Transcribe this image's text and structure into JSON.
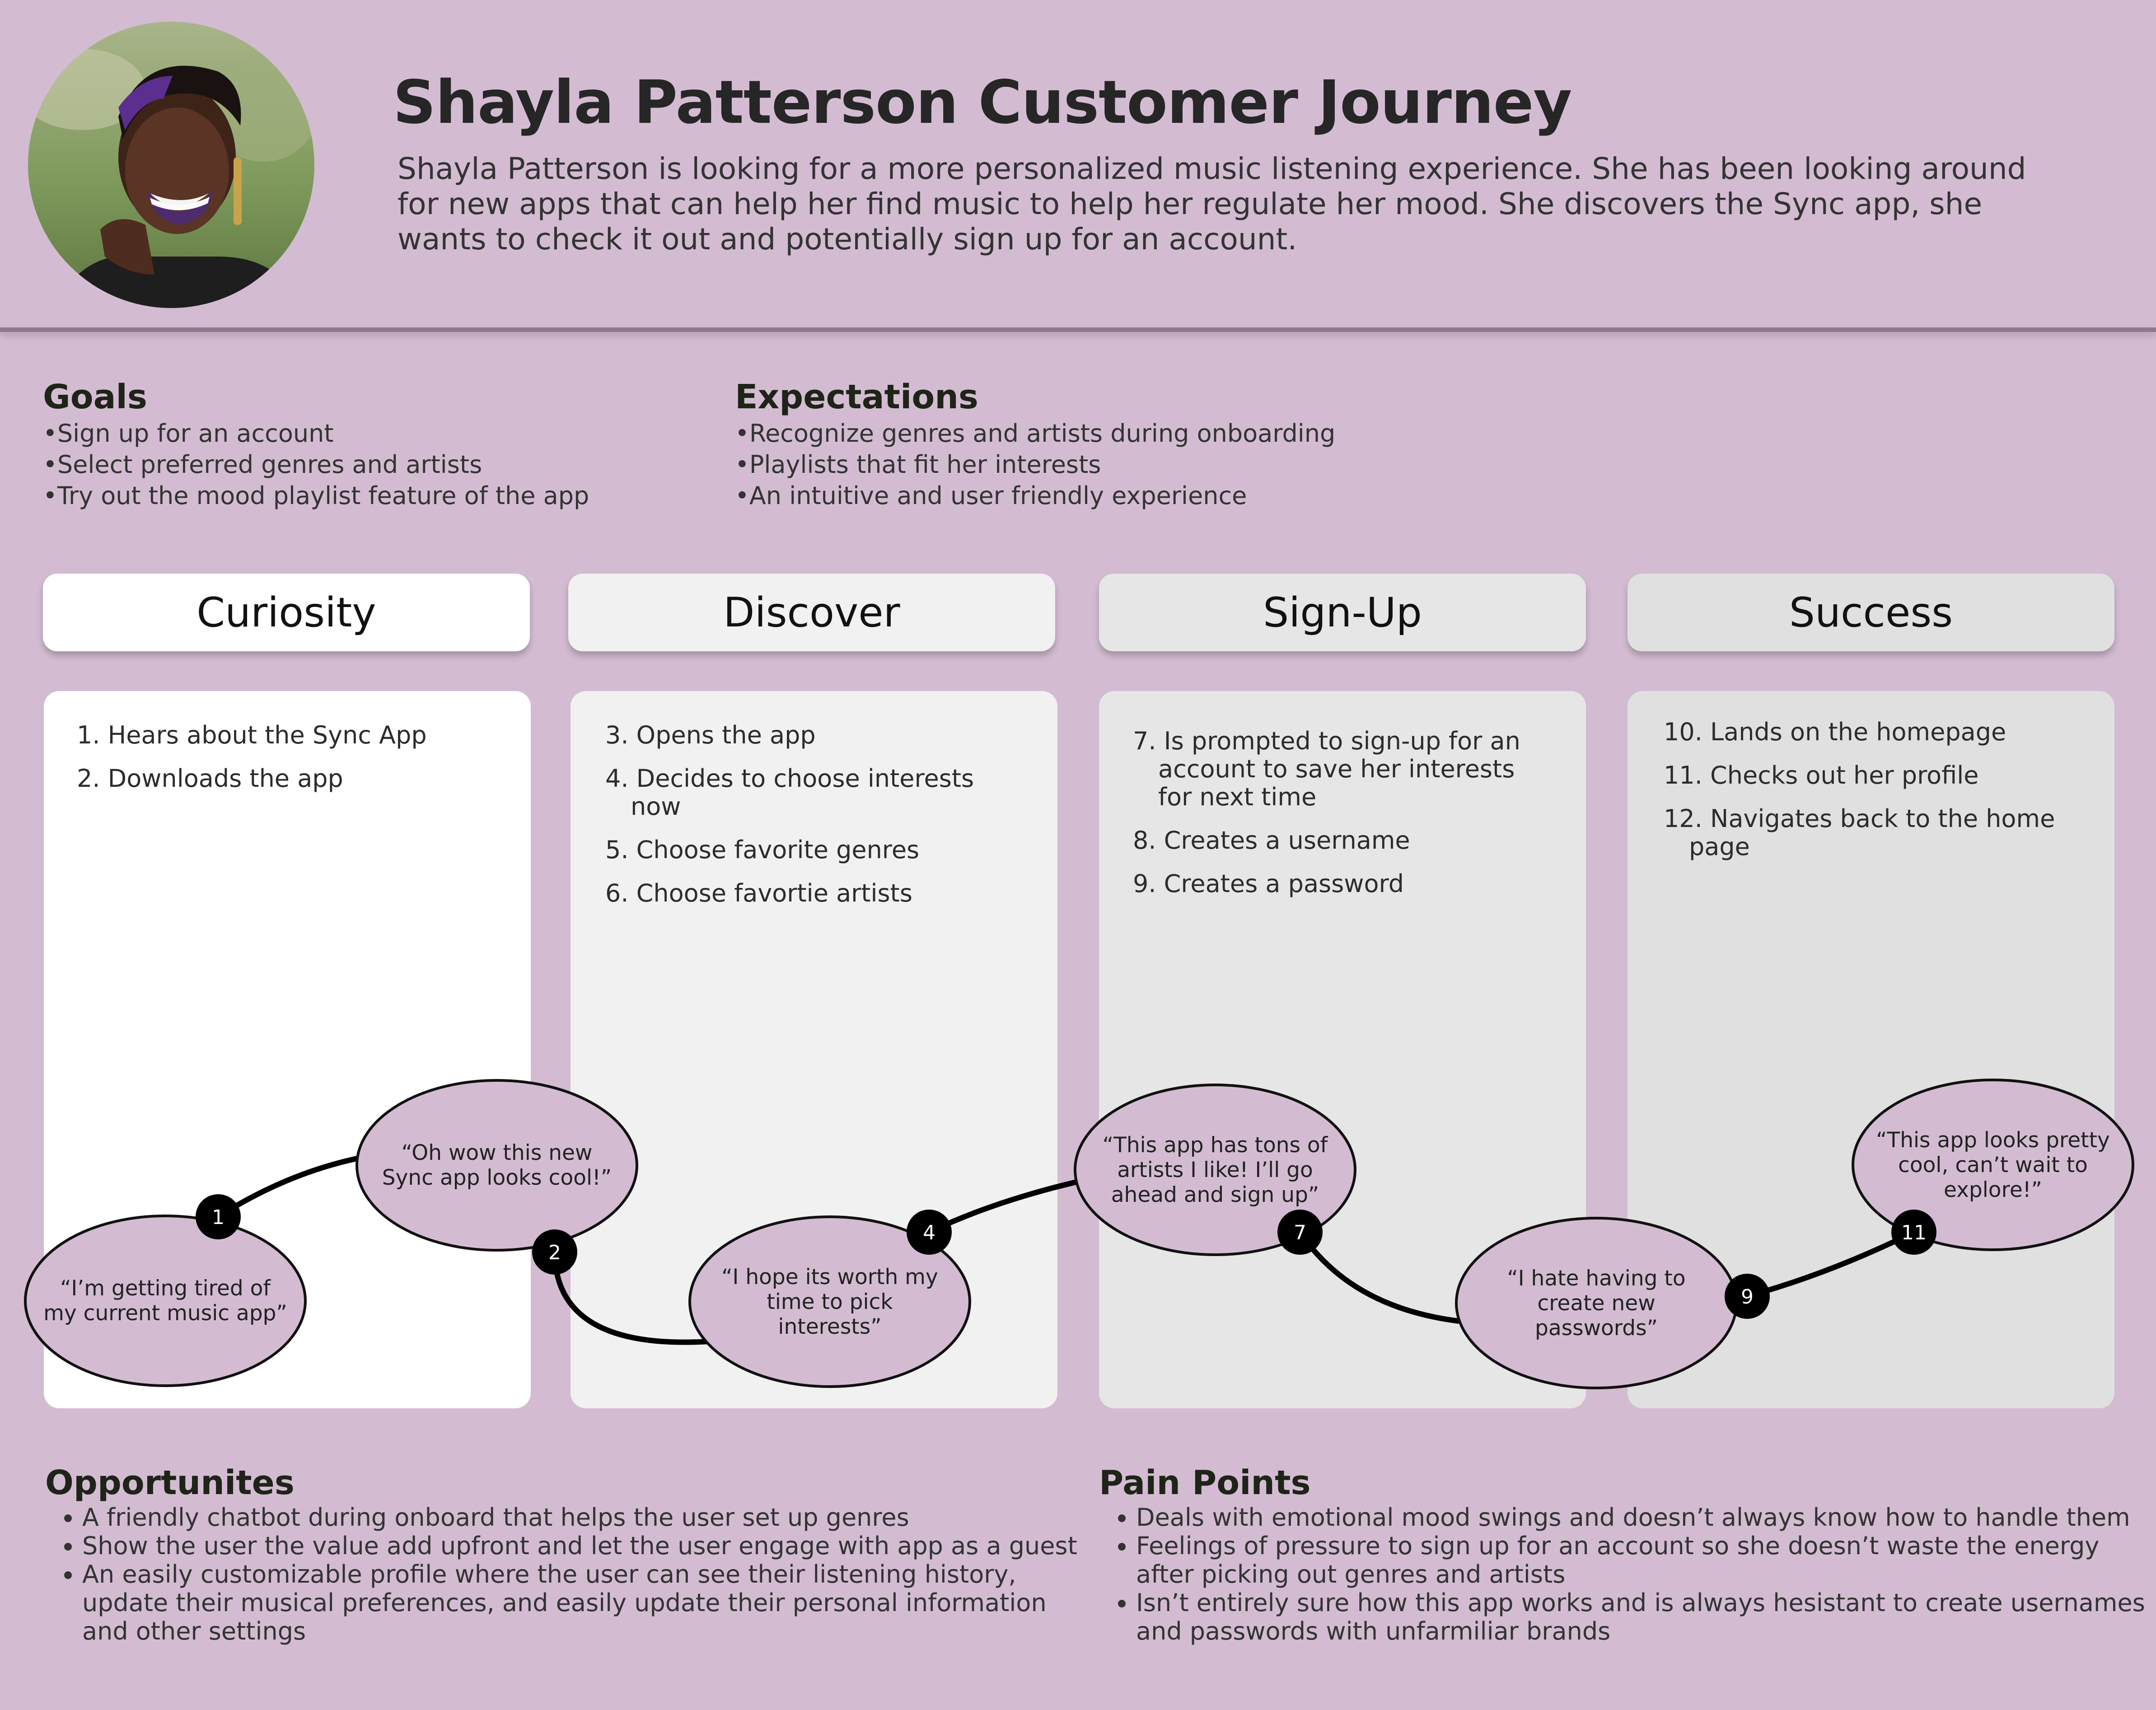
{
  "header": {
    "title": "Shayla Patterson Customer Journey",
    "description": "Shayla Patterson is looking for a more personalized music listening experience. She has been looking around for new apps that can help her find music to help her regulate her mood. She discovers the Sync app, she wants to check it out and potentially sign up for an account."
  },
  "goals": {
    "title": "Goals",
    "items": [
      "Sign up for an account",
      "Select preferred genres and artists",
      "Try out the mood playlist feature of the app"
    ]
  },
  "expectations": {
    "title": "Expectations",
    "items": [
      "Recognize genres and artists during onboarding",
      "Playlists that fit her interests",
      "An intuitive and user friendly experience"
    ]
  },
  "stages": [
    {
      "label": "Curiosity",
      "steps": [
        "1. Hears about the Sync App",
        "2. Downloads the app"
      ]
    },
    {
      "label": "Discover",
      "steps": [
        "3. Opens the app",
        "4. Decides to choose interests now",
        "5. Choose favorite genres",
        "6. Choose favortie artists"
      ]
    },
    {
      "label": "Sign-Up",
      "steps": [
        "7. Is prompted to sign-up for an account to save her interests for next time",
        "8. Creates a username",
        "9. Creates a password"
      ]
    },
    {
      "label": "Success",
      "steps": [
        "10. Lands on the homepage",
        "11. Checks out her profile",
        "12. Navigates back to the home page"
      ]
    }
  ],
  "journey": {
    "markers": [
      "1",
      "2",
      "4",
      "7",
      "9",
      "11"
    ],
    "quotes": [
      "“I’m getting tired of my current music app”",
      "“Oh wow this new Sync app looks cool!”",
      "“I hope its worth my time to pick interests”",
      "“This app has tons of artists I like! I’ll go ahead and sign up”",
      "“I hate having to create new passwords”",
      "“This app looks pretty cool, can’t wait to explore!”"
    ]
  },
  "opportunities": {
    "title": "Opportunites",
    "items": [
      "A friendly chatbot during onboard that helps the user set up genres",
      "Show the user the value add upfront and let the user engage with app as a guest",
      "An easily customizable profile where the user can see their listening history, update their musical preferences, and easily update their personal information and other settings"
    ]
  },
  "pain_points": {
    "title": "Pain Points",
    "items": [
      "Deals with emotional mood swings and doesn’t always know how to handle them",
      "Feelings of pressure to sign up for an account so she doesn’t waste the energy after picking out genres and artists",
      "Isn’t entirely sure how this app works and is always hesistant to create usernames and passwords with unfarmiliar brands"
    ]
  },
  "colors": {
    "background": "#d3bcd2",
    "bubble": "#d3bcd2",
    "stage1": "#ffffff",
    "stage2": "#f1f1f1",
    "stage3": "#e6e6e6",
    "stage4": "#e0e0e0",
    "marker": "#000000"
  }
}
